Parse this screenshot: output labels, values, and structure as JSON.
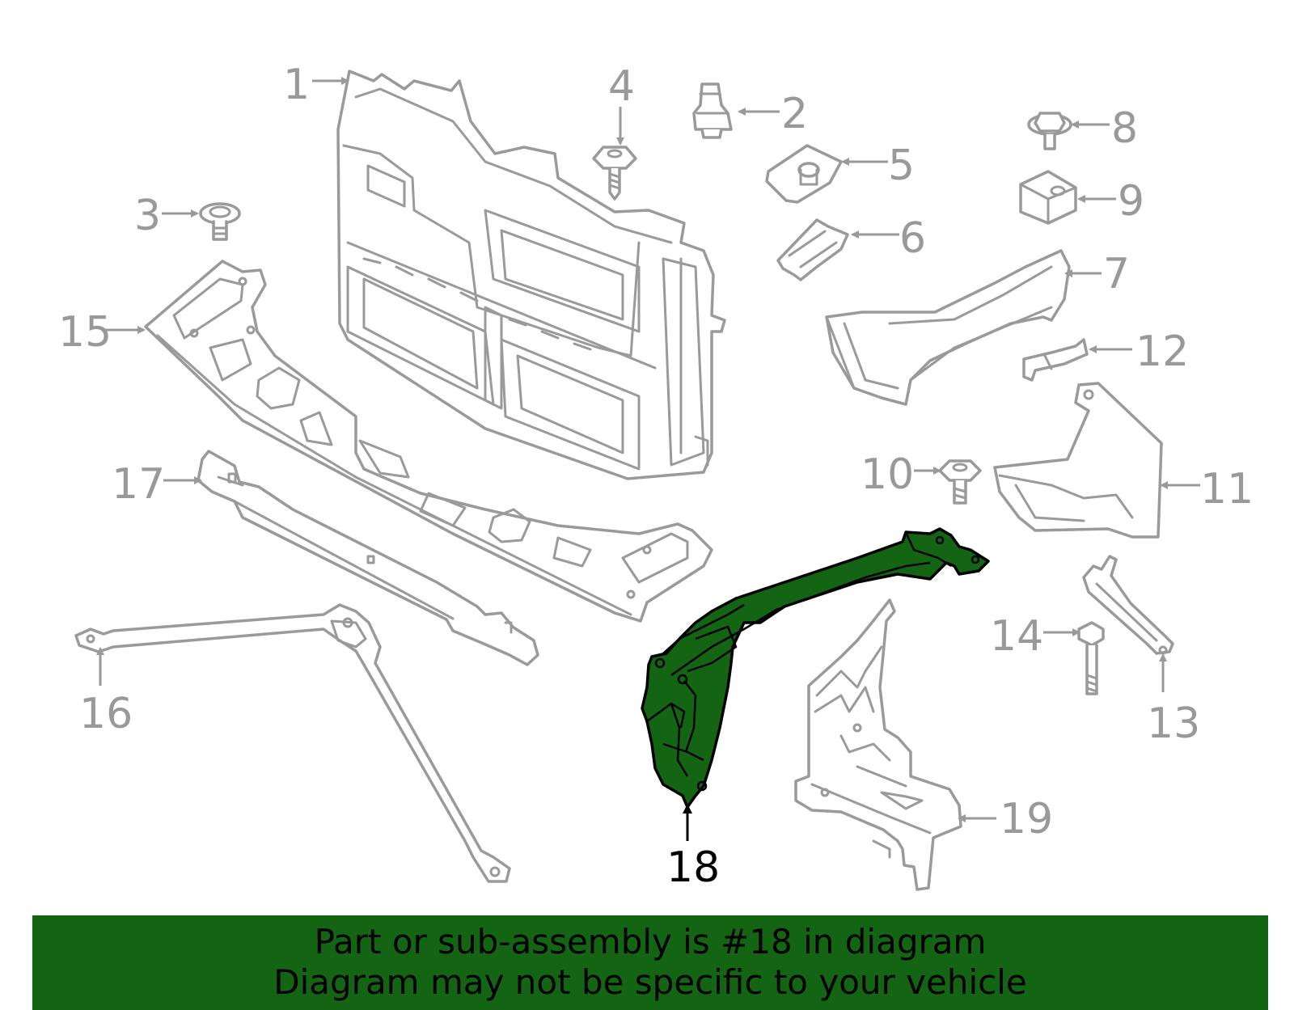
{
  "callouts": {
    "c1": "1",
    "c2": "2",
    "c3": "3",
    "c4": "4",
    "c5": "5",
    "c6": "6",
    "c7": "7",
    "c8": "8",
    "c9": "9",
    "c10": "10",
    "c11": "11",
    "c12": "12",
    "c13": "13",
    "c14": "14",
    "c15": "15",
    "c16": "16",
    "c17": "17",
    "c18": "18",
    "c19": "19"
  },
  "highlighted_part": "18",
  "colors": {
    "highlight": "#136413",
    "banner": "#136413",
    "line": "#9a9a9a"
  },
  "banner": {
    "line1": "Part or sub-assembly is #18 in diagram",
    "line2": "Diagram may not be specific to your vehicle"
  }
}
